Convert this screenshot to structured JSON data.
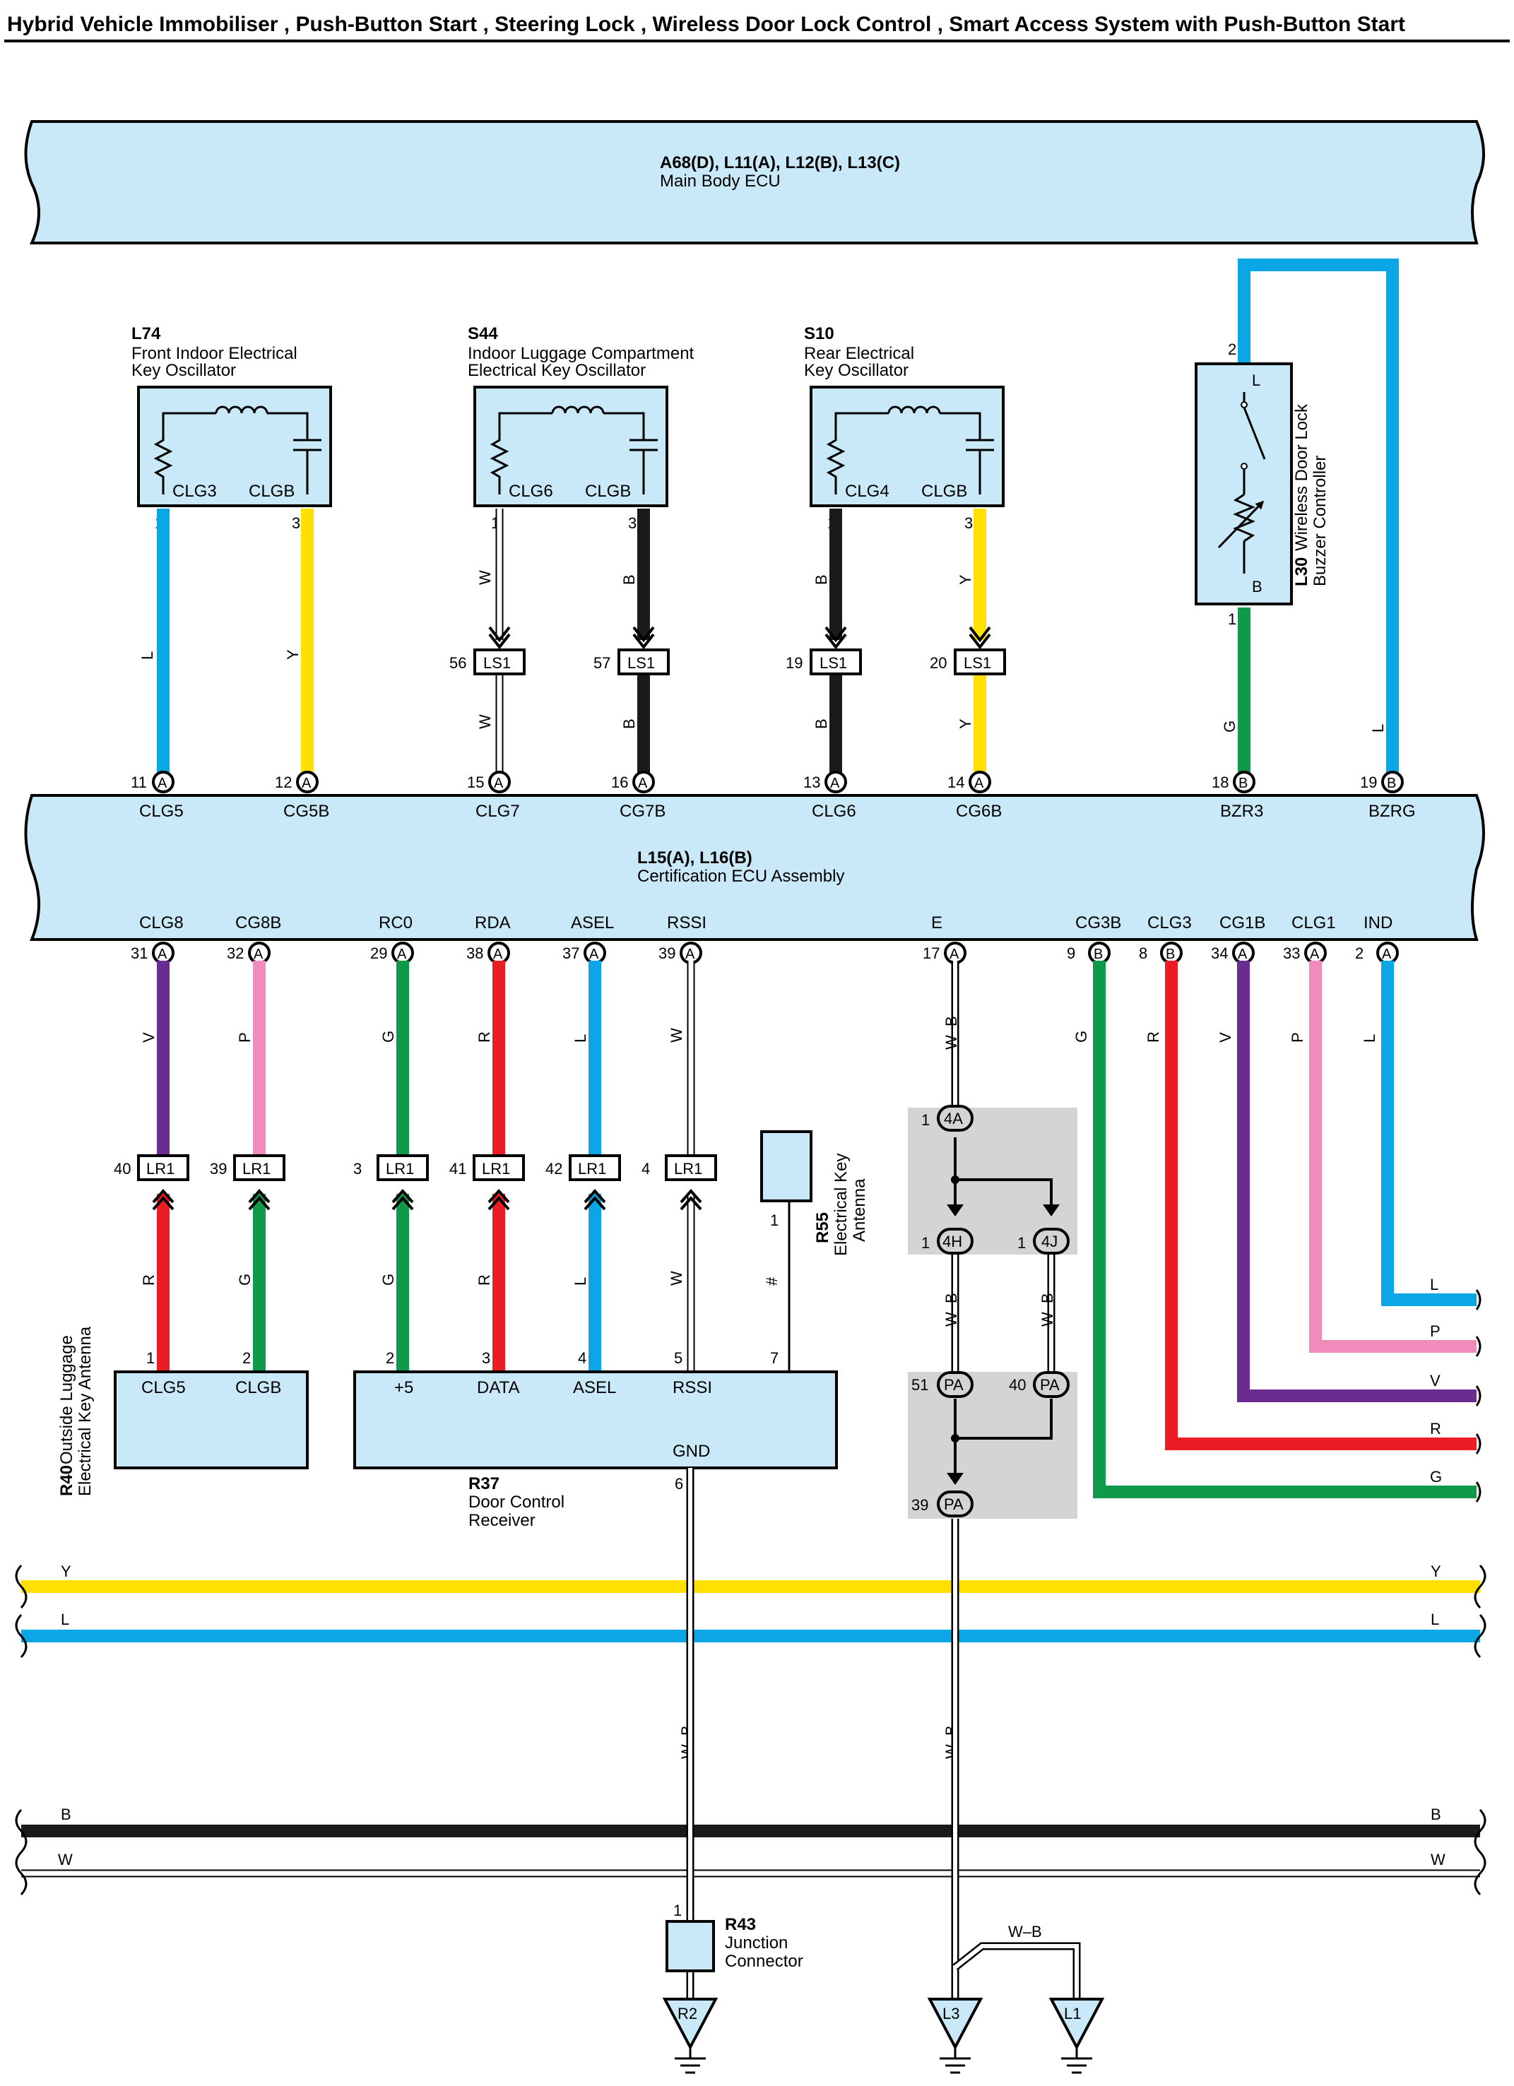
{
  "title": "Hybrid Vehicle Immobiliser , Push-Button Start , Steering Lock , Wireless Door Lock Control , Smart Access System with Push-Button Start",
  "colors": {
    "L": "#0aa6e6",
    "Y": "#ffe000",
    "G": "#0f9a4a",
    "R": "#ec1c24",
    "V": "#6a2c91",
    "P": "#f08cbc",
    "B": "#1a1a1a",
    "box_fill": "#c9e9f8",
    "junction_fill": "#d4d4d4"
  },
  "main_body_ecu": {
    "code": "A68(D), L11(A), L12(B), L13(C)",
    "name": "Main Body ECU"
  },
  "cert_ecu": {
    "code": "L15(A), L16(B)",
    "name": "Certification ECU Assembly"
  },
  "top_pins": [
    {
      "pin": "11",
      "conn": "A",
      "label": "CLG5"
    },
    {
      "pin": "12",
      "conn": "A",
      "label": "CG5B"
    },
    {
      "pin": "15",
      "conn": "A",
      "label": "CLG7"
    },
    {
      "pin": "16",
      "conn": "A",
      "label": "CG7B"
    },
    {
      "pin": "13",
      "conn": "A",
      "label": "CLG6"
    },
    {
      "pin": "14",
      "conn": "A",
      "label": "CG6B"
    },
    {
      "pin": "18",
      "conn": "B",
      "label": "BZR3"
    },
    {
      "pin": "19",
      "conn": "B",
      "label": "BZRG"
    }
  ],
  "bottom_pins": [
    {
      "pin": "31",
      "conn": "A",
      "label": "CLG8",
      "wire": "V"
    },
    {
      "pin": "32",
      "conn": "A",
      "label": "CG8B",
      "wire": "P"
    },
    {
      "pin": "29",
      "conn": "A",
      "label": "RC0",
      "wire": "G"
    },
    {
      "pin": "38",
      "conn": "A",
      "label": "RDA",
      "wire": "R"
    },
    {
      "pin": "37",
      "conn": "A",
      "label": "ASEL",
      "wire": "L"
    },
    {
      "pin": "39",
      "conn": "A",
      "label": "RSSI",
      "wire": "W"
    },
    {
      "pin": "17",
      "conn": "A",
      "label": "E",
      "wire": "W–B"
    },
    {
      "pin": "9",
      "conn": "B",
      "label": "CG3B",
      "wire": "G"
    },
    {
      "pin": "8",
      "conn": "B",
      "label": "CLG3",
      "wire": "R"
    },
    {
      "pin": "34",
      "conn": "A",
      "label": "CG1B",
      "wire": "V"
    },
    {
      "pin": "33",
      "conn": "A",
      "label": "CLG1",
      "wire": "P"
    },
    {
      "pin": "2",
      "conn": "A",
      "label": "IND",
      "wire": "L"
    }
  ],
  "oscillators": [
    {
      "code": "L74",
      "line1": "Front Indoor Electrical",
      "line2": "Key Oscillator",
      "t1": "CLG3",
      "t2": "CLGB",
      "p1": "1",
      "p2": "3",
      "w1": "L",
      "w2": "Y"
    },
    {
      "code": "S44",
      "line1": "Indoor Luggage Compartment",
      "line2": "Electrical Key Oscillator",
      "t1": "CLG6",
      "t2": "CLGB",
      "p1": "1",
      "p2": "3",
      "w1": "W",
      "w2": "B",
      "ls": [
        "56",
        "57"
      ]
    },
    {
      "code": "S10",
      "line1": "Rear Electrical",
      "line2": "Key Oscillator",
      "t1": "CLG4",
      "t2": "CLGB",
      "p1": "1",
      "p2": "3",
      "w1": "B",
      "w2": "Y",
      "ls": [
        "19",
        "20"
      ]
    }
  ],
  "connector_ls": "LS1",
  "connector_lr": "LR1",
  "buzzer": {
    "code": "L30",
    "line1": "Wireless Door Lock",
    "line2": "Buzzer Controller",
    "pin_top": "2",
    "pin_bot": "1",
    "term_top": "L",
    "term_bot": "B",
    "wire_bot": "G",
    "wire_right": "L"
  },
  "lr_pins": [
    "40",
    "39",
    "3",
    "41",
    "42",
    "4"
  ],
  "r40": {
    "code": "R40",
    "line1": "Outside Luggage",
    "line2": "Electrical Key Antenna",
    "t1": "CLG5",
    "t2": "CLGB",
    "p1": "1",
    "p2": "2",
    "w1": "R",
    "w2": "G"
  },
  "r37": {
    "code": "R37",
    "line1": "Door Control",
    "line2": "Receiver",
    "terms": [
      "+5",
      "DATA",
      "ASEL",
      "RSSI"
    ],
    "pins": [
      "2",
      "3",
      "4",
      "5",
      "7"
    ],
    "gnd": "GND",
    "gnd_pin": "6",
    "wires": [
      "G",
      "R",
      "L",
      "W",
      "#"
    ]
  },
  "r55": {
    "code": "R55",
    "line1": "Electrical Key",
    "line2": "Antenna",
    "pin": "1"
  },
  "junction": {
    "c1": "4A",
    "c2": "4H",
    "c3": "4J",
    "p1": "1",
    "p2": "1",
    "p3": "1",
    "pa1": "51",
    "pa2": "40",
    "pa3": "39",
    "pa": "PA",
    "wire": "W–B"
  },
  "side_wires": [
    "L",
    "P",
    "V",
    "R",
    "G"
  ],
  "buses": [
    "Y",
    "L",
    "B",
    "W"
  ],
  "r43": {
    "code": "R43",
    "line1": "Junction",
    "line2": "Connector",
    "pin": "1",
    "wire": "W–B"
  },
  "grounds": [
    "R2",
    "L3",
    "L1"
  ],
  "ground_wire": "W–B"
}
